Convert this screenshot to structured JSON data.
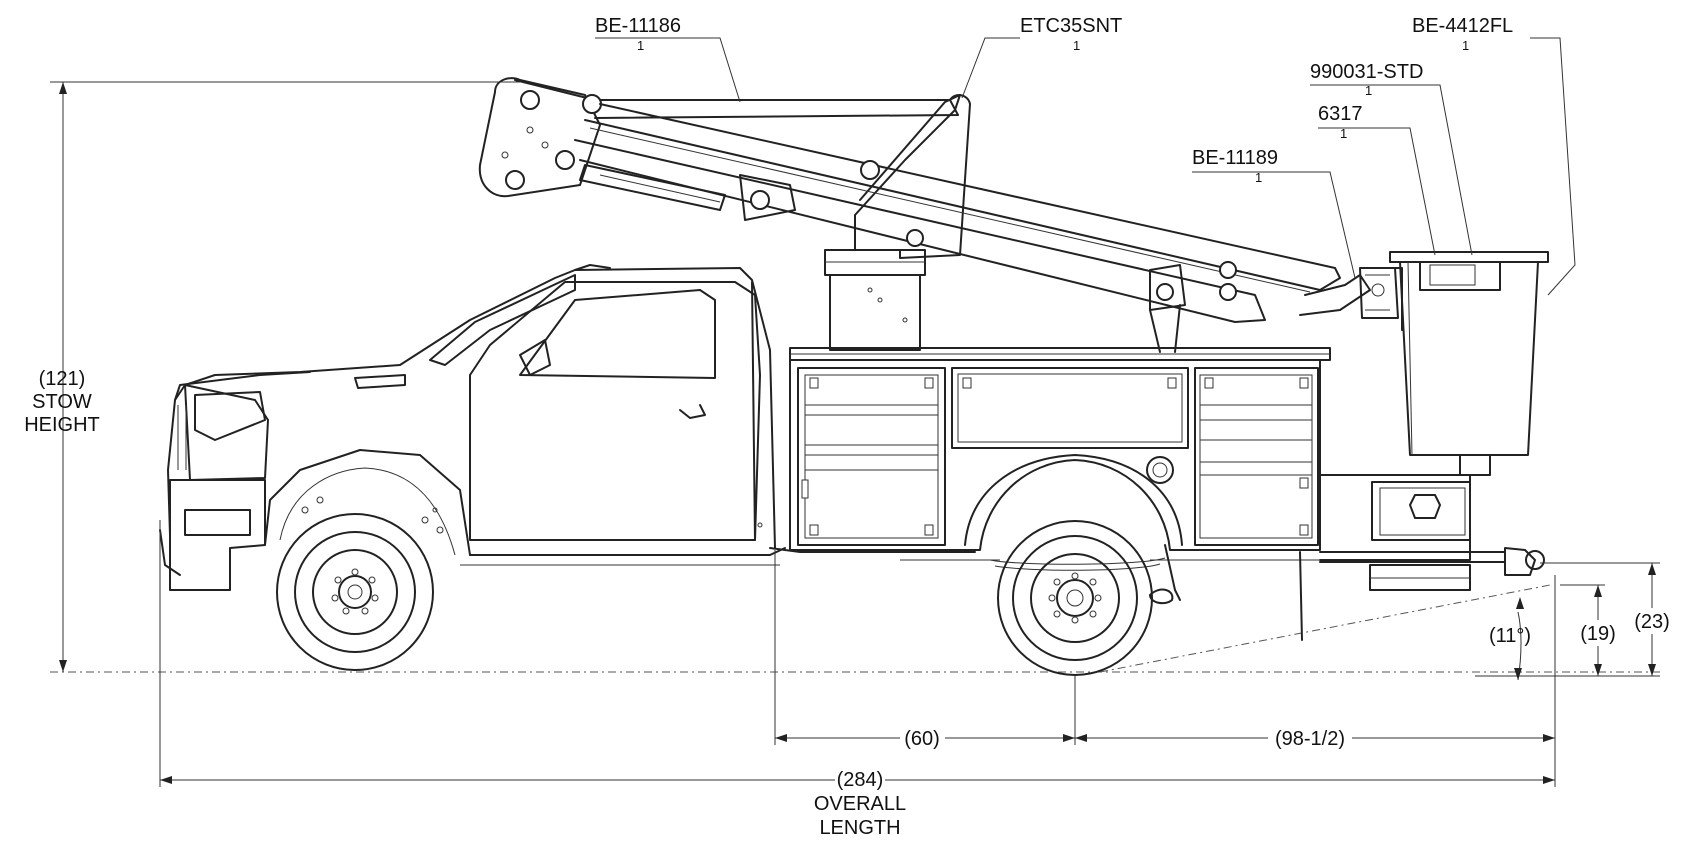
{
  "callouts": [
    {
      "part": "BE-11186",
      "qty": "1"
    },
    {
      "part": "ETC35SNT",
      "qty": "1"
    },
    {
      "part": "BE-4412FL",
      "qty": "1"
    },
    {
      "part": "990031-STD",
      "qty": "1"
    },
    {
      "part": "6317",
      "qty": "1"
    },
    {
      "part": "BE-11189",
      "qty": "1"
    }
  ],
  "dimensions": {
    "stow_height": {
      "value": "(121)",
      "line1": "STOW",
      "line2": "HEIGHT"
    },
    "overall_length": {
      "value": "(284)",
      "line1": "OVERALL",
      "line2": "LENGTH"
    },
    "cab_to_axle": "(60)",
    "axle_to_rear": "(98-1/2)",
    "departure_angle": "(11°)",
    "rear_height_low": "(19)",
    "rear_height_high": "(23)"
  },
  "colors": {
    "line": "#222222",
    "background": "#ffffff"
  }
}
